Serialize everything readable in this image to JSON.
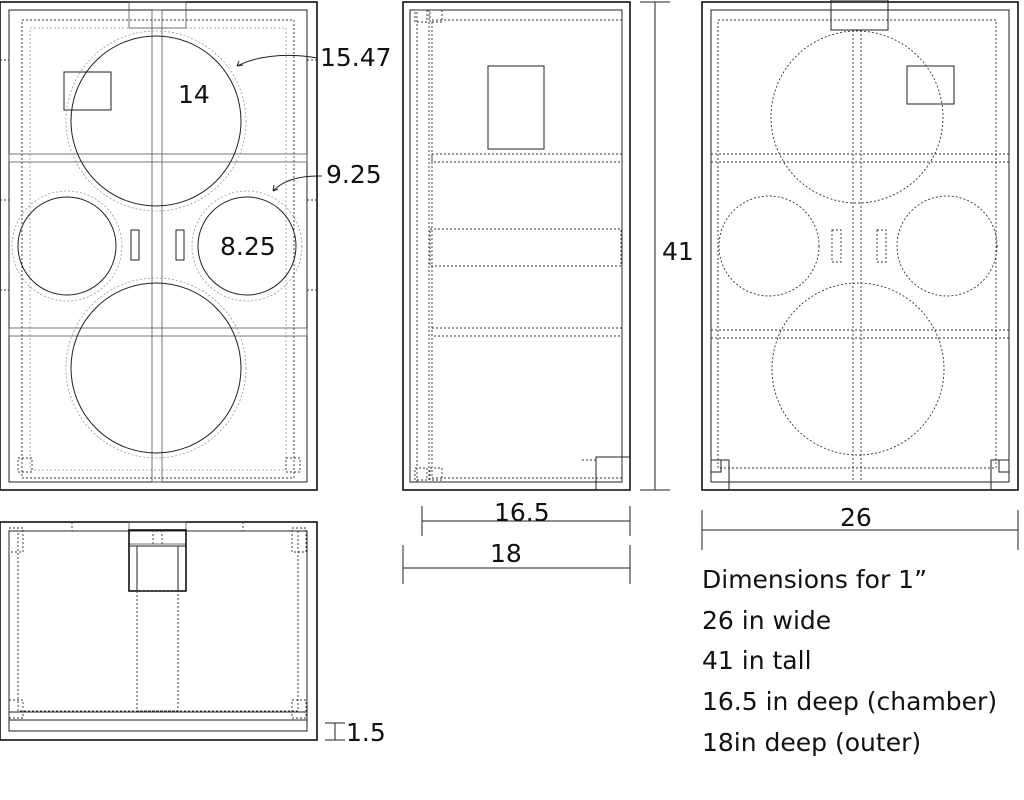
{
  "labels": {
    "woofer_diameter": "14",
    "woofer_cutout": "15.47",
    "mid_cutout": "9.25",
    "mid_diameter": "8.25",
    "height": "41",
    "chamber_depth": "16.5",
    "outer_depth": "18",
    "width": "26",
    "panel_thickness": "1.5"
  },
  "notes": [
    "Dimensions for 1”",
    "26 in wide",
    "41 in tall",
    "16.5 in deep (chamber)",
    "18in deep (outer)"
  ]
}
